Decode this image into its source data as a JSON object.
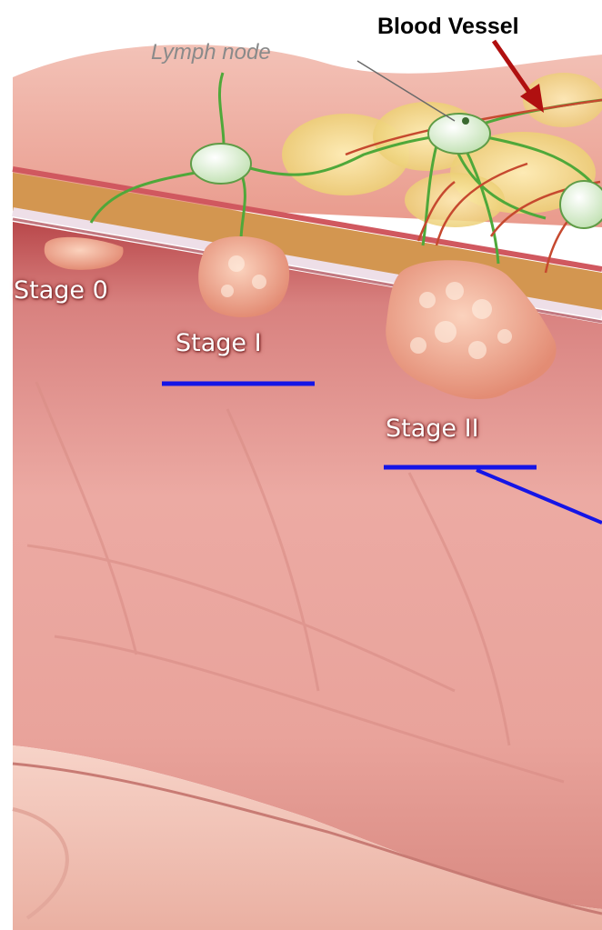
{
  "labels": {
    "blood_vessel": "Blood Vessel",
    "lymph_node": "Lymph node",
    "stage_0": "Stage 0",
    "stage_1": "Stage I",
    "stage_2": "Stage II"
  },
  "colors": {
    "annotation_underline": "#1515e6",
    "blood_vessel_arrow": "#b01010",
    "lymph_vessel": "#4fa83a",
    "tissue": "#e89a90"
  }
}
